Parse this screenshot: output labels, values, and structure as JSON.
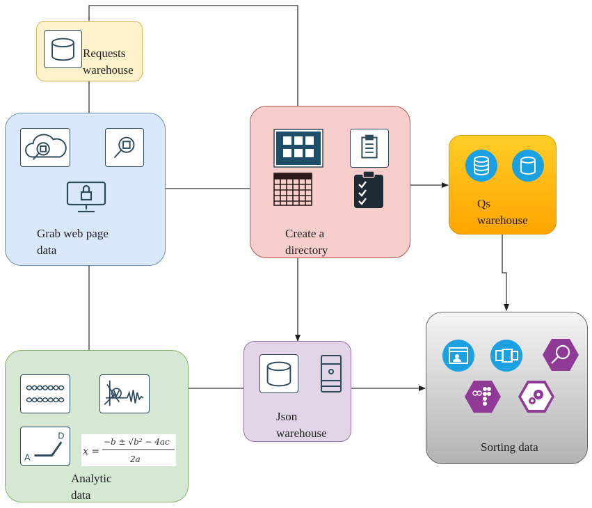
{
  "nodes": {
    "requests_warehouse": {
      "line1": "Requests",
      "line2": "warehouse",
      "color": "#fff2cc"
    },
    "grab_web_page": {
      "line1": "Grab web page",
      "line2": "data",
      "color": "#dae8fc"
    },
    "create_directory": {
      "line1": "Create a",
      "line2": "directory",
      "color": "#f8cecc"
    },
    "qs_warehouse": {
      "line1": "Qs",
      "line2": "warehouse",
      "color": "#ffb31a"
    },
    "analytic_data": {
      "line1": "Analytic",
      "line2": "data",
      "color": "#d5e8d4"
    },
    "json_warehouse": {
      "line1": "Json",
      "line2": "warehouse",
      "color": "#e1d5e7"
    },
    "sorting_data": {
      "line1": "Sorting data",
      "color": "#cccccc"
    }
  },
  "formula_text": "x = −b ± √b² − 4ac / 2a",
  "accent_blue": "#1ba1e2",
  "accent_purple": "#8e3a96",
  "icon_dark": "#1e2a33"
}
